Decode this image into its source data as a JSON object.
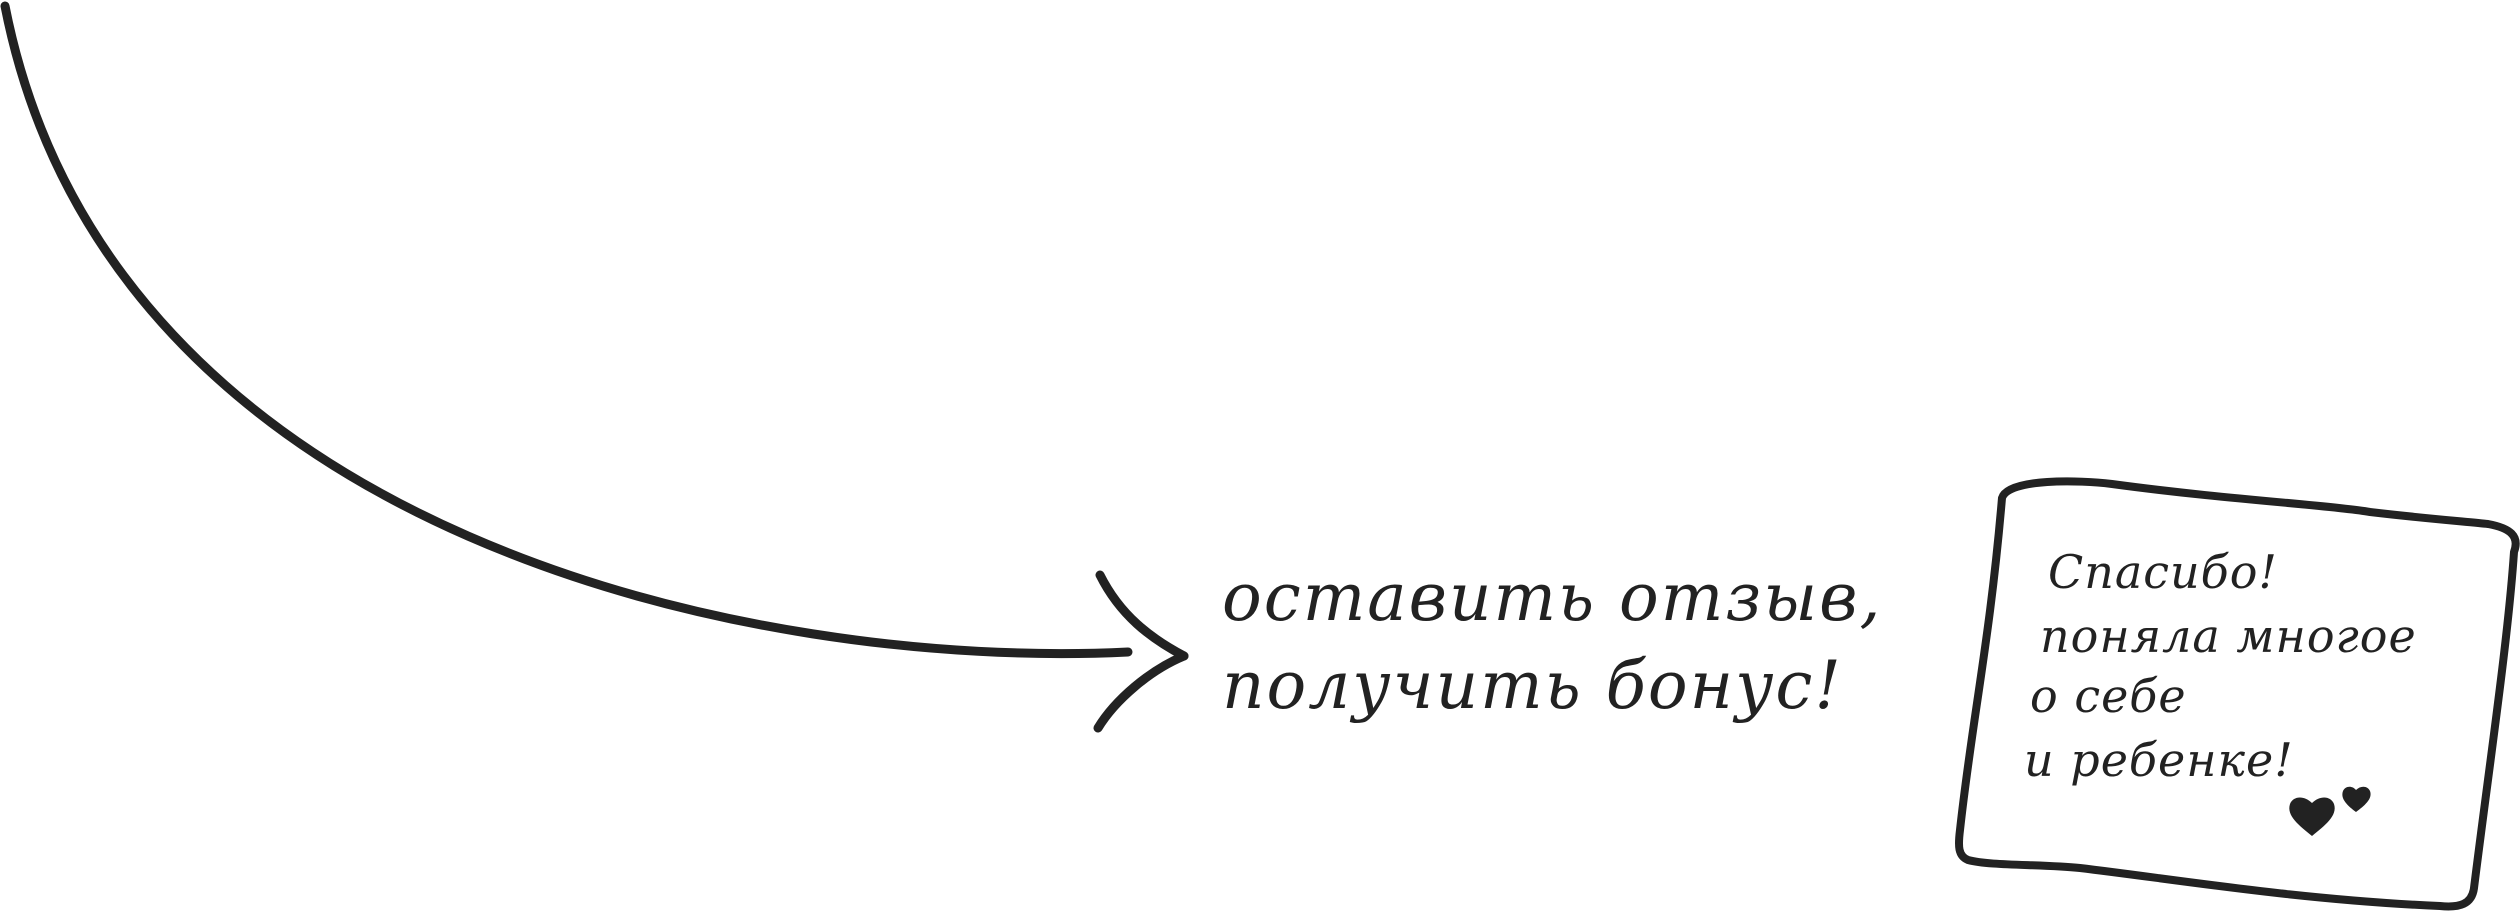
{
  "call_to_action": {
    "line1": "оставить отзыв,",
    "line2": "получить бонус!"
  },
  "review_card": {
    "line1": "Спасибо!",
    "line2": "поняла многое",
    "line3": "о себе",
    "line4": "и ребенке!",
    "decoration_icon": "heart-icon"
  },
  "colors": {
    "ink": "#222222",
    "background": "#ffffff"
  }
}
